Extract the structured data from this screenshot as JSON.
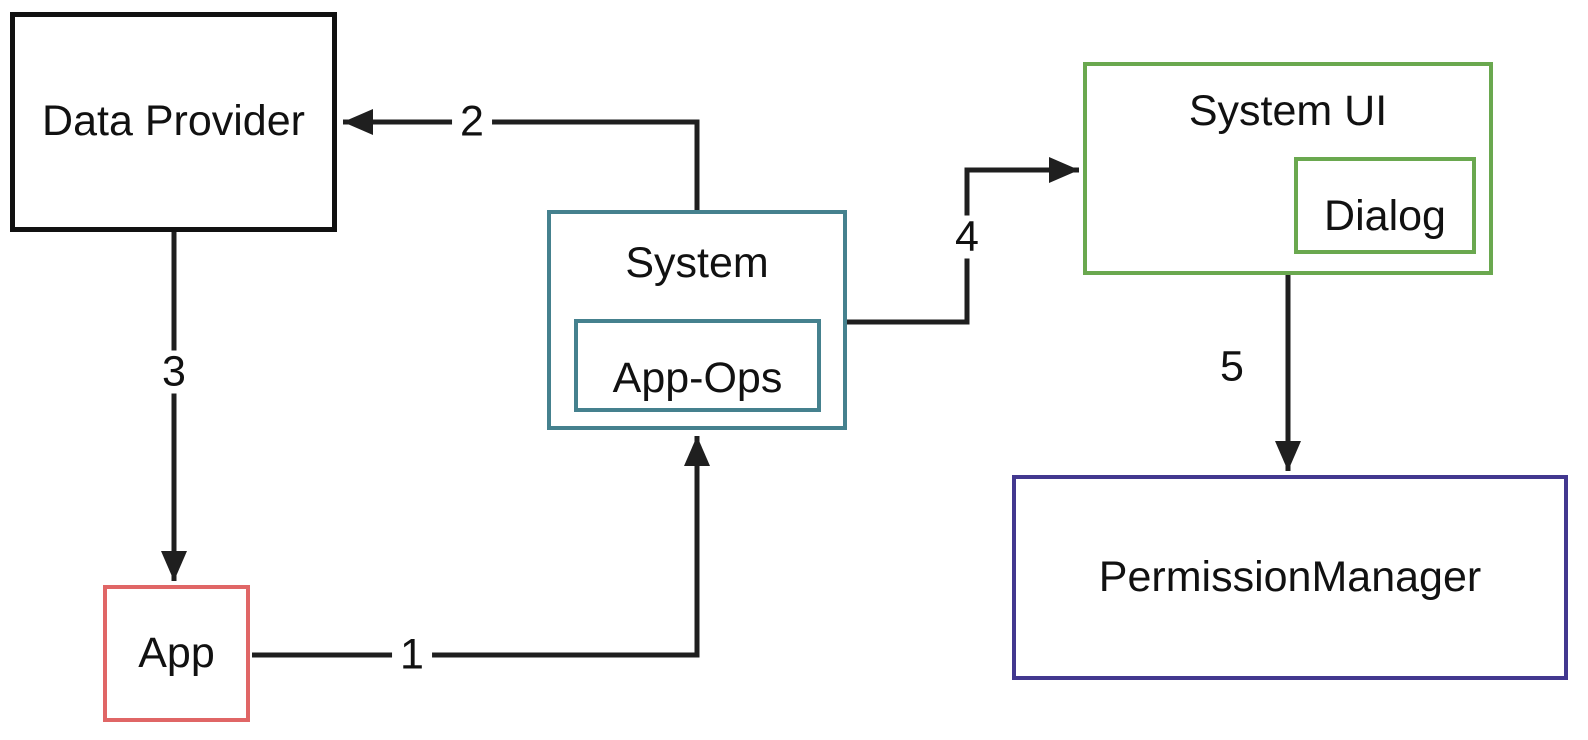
{
  "diagram": {
    "nodes": {
      "data_provider": {
        "label": "Data Provider",
        "border_color": "#111111"
      },
      "app": {
        "label": "App",
        "border_color": "#e06666"
      },
      "system": {
        "label": "System",
        "border_color": "#45818e"
      },
      "app_ops": {
        "label": "App-Ops",
        "border_color": "#45818e"
      },
      "system_ui": {
        "label": "System UI",
        "border_color": "#6aa84f"
      },
      "dialog": {
        "label": "Dialog",
        "border_color": "#6aa84f"
      },
      "permission_manager": {
        "label": "PermissionManager",
        "border_color": "#42388f"
      }
    },
    "arrows": [
      {
        "label": "1",
        "from": "app",
        "to": "system"
      },
      {
        "label": "2",
        "from": "system",
        "to": "data_provider"
      },
      {
        "label": "3",
        "from": "data_provider",
        "to": "app"
      },
      {
        "label": "4",
        "from": "system",
        "to": "system_ui"
      },
      {
        "label": "5",
        "from": "system_ui",
        "to": "permission_manager"
      }
    ],
    "line_color": "#1f1f1f",
    "background_color": "#ffffff"
  }
}
